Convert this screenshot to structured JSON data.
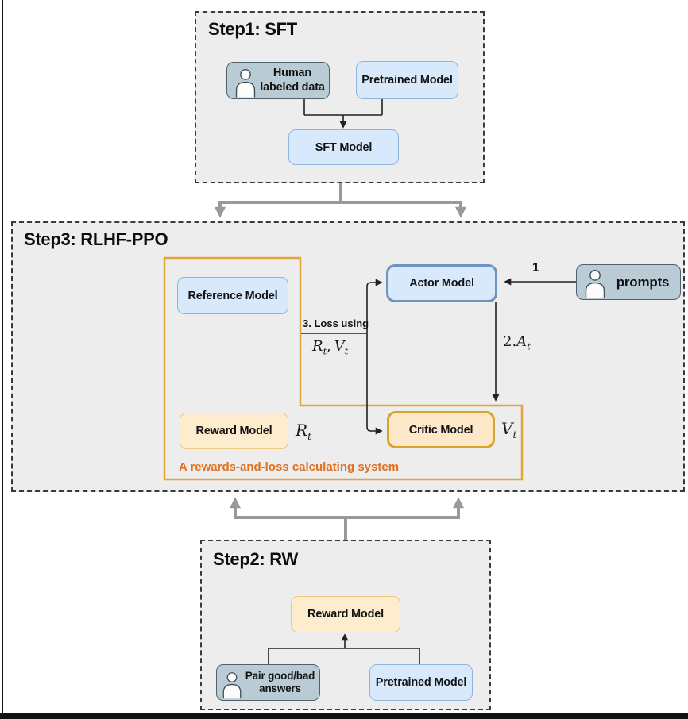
{
  "step1": {
    "title": "Step1: SFT",
    "human_labeled_line1": "Human",
    "human_labeled_line2": "labeled data",
    "pretrained_model": "Pretrained Model",
    "sft_model": "SFT Model"
  },
  "step2": {
    "title": "Step2: RW",
    "reward_model": "Reward Model",
    "pair_answers_line1": "Pair good/bad",
    "pair_answers_line2": "answers",
    "pretrained_model": "Pretrained Model"
  },
  "step3": {
    "title": "Step3: RLHF-PPO",
    "reference_model": "Reference Model",
    "actor_model": "Actor Model",
    "critic_model": "Critic Model",
    "reward_model": "Reward Model",
    "prompts": "prompts",
    "caption": "A rewards-and-loss calculating system",
    "annotations": {
      "prompt_arrow_num": "1",
      "advantage_prefix": "2.",
      "advantage_var": "A",
      "advantage_sub": "t",
      "loss_text": "3. Loss using",
      "r_var": "R",
      "r_sub": "t",
      "separator": ",",
      "v_var": "V",
      "v_sub": "t"
    }
  },
  "colors": {
    "panel_fill": "#ededed",
    "panel_dash_border": "#3a3a3a",
    "blue_fill": "#d8e9fc",
    "blue_border": "#8fb5dc",
    "actor_border": "#7094c1",
    "slate_fill": "#b9ccd6",
    "slate_border": "#50616b",
    "orange_fill": "#fdeccd",
    "orange_border_light": "#eec87f",
    "orange_border_strong": "#d8a32b",
    "region_border": "#e2a63b",
    "caption_text": "#e2701c",
    "gray_arrow": "#999999",
    "wire": "#222222"
  }
}
